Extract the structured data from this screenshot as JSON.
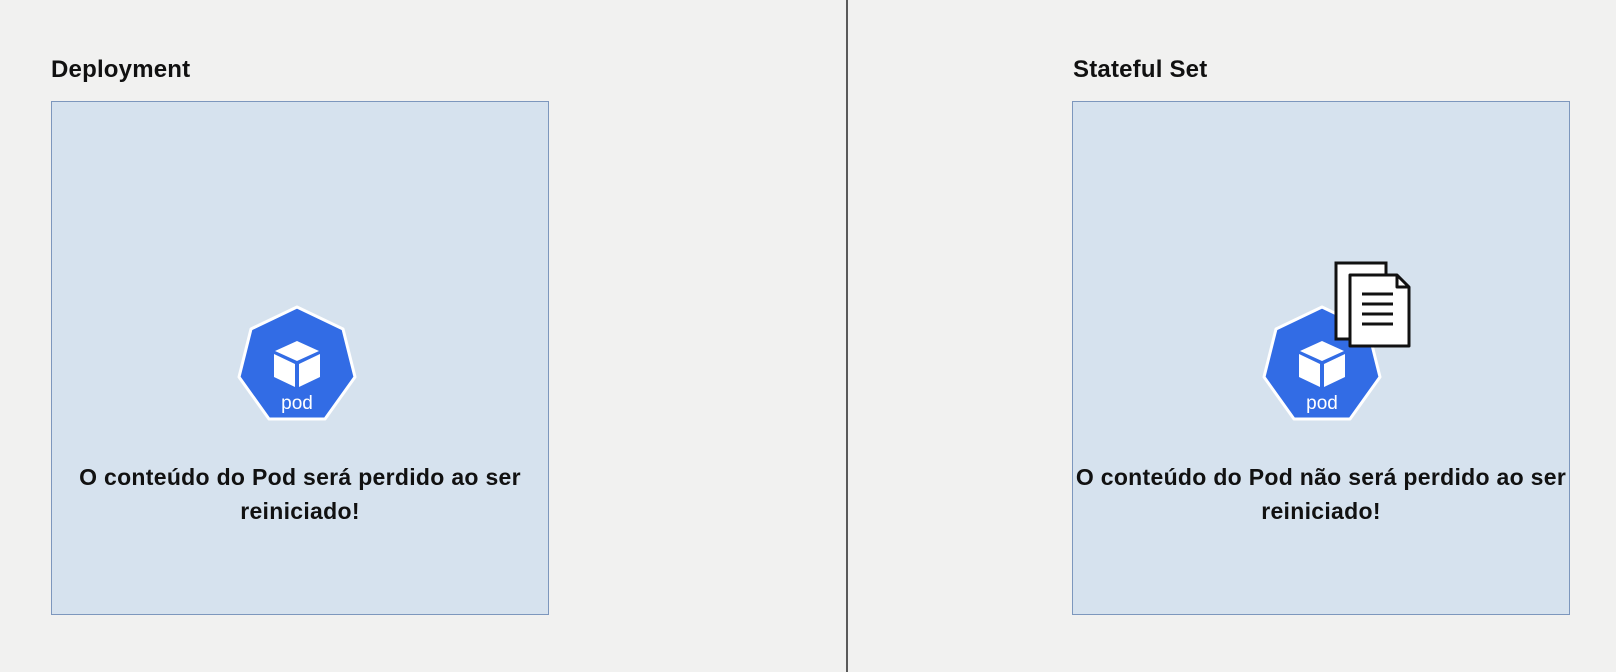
{
  "panels": {
    "deployment": {
      "title": "Deployment",
      "pod_label": "pod",
      "caption": "O conteúdo do Pod será perdido ao ser reiniciado!"
    },
    "statefulset": {
      "title": "Stateful Set",
      "pod_label": "pod",
      "caption": "O conteúdo do Pod não será perdido ao ser reiniciado!"
    }
  },
  "colors": {
    "background": "#f1f1f0",
    "box_fill": "#d6e2ee",
    "box_border": "#7d97bd",
    "pod_blue": "#326ce5",
    "divider": "#5a5a5a"
  },
  "icons": {
    "pod": "kubernetes-pod-icon",
    "document": "documents-icon"
  }
}
